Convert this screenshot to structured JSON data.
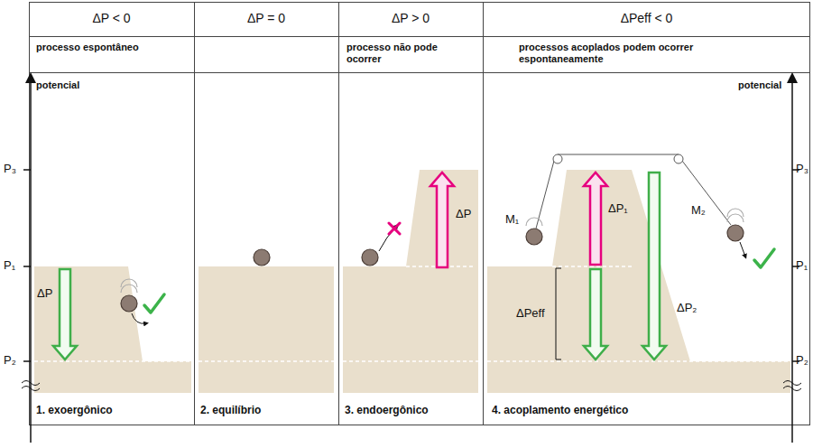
{
  "diagram": {
    "labels": [
      "ΔP < 0",
      "ΔP = 0",
      "ΔP > 0",
      "ΔPeff < 0",
      "processo espontâneo",
      "processo não pode ocorrer",
      "processos acoplados podem ocorrer espontaneamente",
      "potencial",
      "P₃",
      "P₁",
      "P₂",
      "ΔP",
      "1. exoergônico",
      "2. equilíbrio",
      "ΔP",
      "3. endoergônico",
      "M₁",
      "ΔP₁",
      "ΔPeff",
      "ΔP₂",
      "M₂",
      "potencial",
      "P₃",
      "P₁",
      "P₂",
      "4. acoplamento energético"
    ]
  }
}
